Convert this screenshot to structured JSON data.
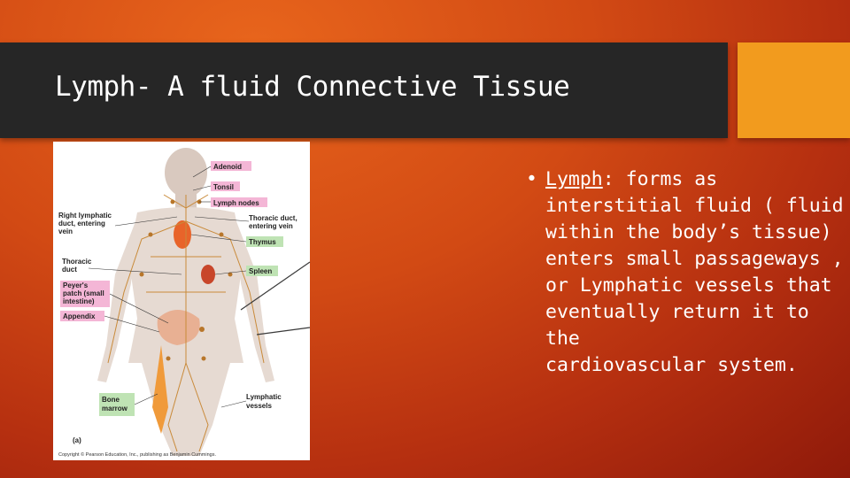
{
  "slide": {
    "title": "Lymph- A fluid Connective Tissue",
    "bullet": {
      "lead": "Lymph",
      "lines": [
        ": forms as",
        "interstitial fluid ( fluid",
        "within the body’s tissue)",
        "enters small passageways ,",
        "or Lymphatic vessels that",
        "eventually return it to the",
        "cardiovascular system."
      ]
    }
  },
  "figure": {
    "labels_right": [
      "Adenoid",
      "Tonsil",
      "Lymph nodes",
      "Thoracic duct,",
      "entering vein",
      "Thymus",
      "Spleen",
      "Lymphatic",
      "vessels"
    ],
    "labels_left": [
      "Right lymphatic",
      "duct, entering",
      "vein",
      "Thoracic",
      "duct",
      "Peyer's",
      "patch (small",
      "intestine)",
      "Appendix",
      "Bone",
      "marrow"
    ],
    "panel_label": "(a)",
    "credit": "Copyright © Pearson Education, Inc., publishing as Benjamin Cummings."
  },
  "colors": {
    "title_bar": "#262626",
    "accent": "#f29b1e",
    "tag_pink": "#f4b6d6",
    "tag_green": "#bfe3b4"
  }
}
